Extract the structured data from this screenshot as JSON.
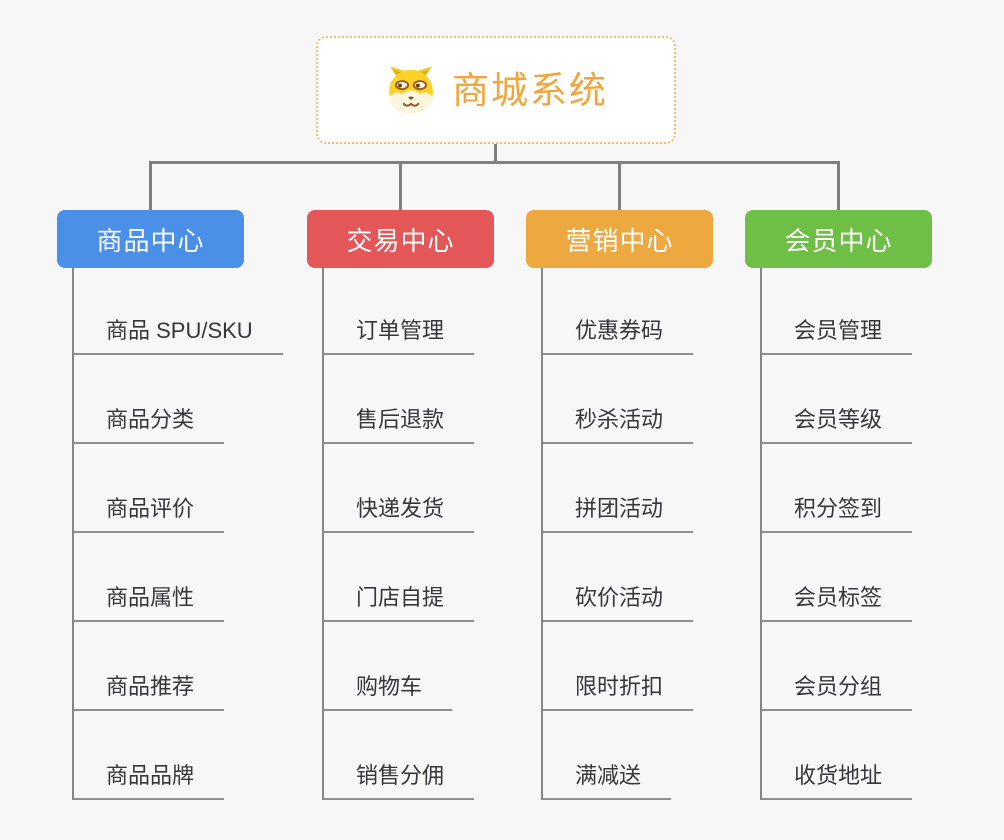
{
  "root": {
    "title": "商城系统",
    "icon": "dog-face-icon",
    "text_color": "#f0a63c",
    "border_color": "#f4be6e"
  },
  "theme": {
    "background": "#f7f7f7",
    "connector_color": "#7f7f7f",
    "leaf_line_color": "#8f8f8f",
    "leaf_text_color": "#37373b"
  },
  "branches": [
    {
      "label": "商品中心",
      "color": "#4a90e8",
      "children": [
        "商品 SPU/SKU",
        "商品分类",
        "商品评价",
        "商品属性",
        "商品推荐",
        "商品品牌"
      ]
    },
    {
      "label": "交易中心",
      "color": "#e35758",
      "children": [
        "订单管理",
        "售后退款",
        "快递发货",
        "门店自提",
        "购物车",
        "销售分佣"
      ]
    },
    {
      "label": "营销中心",
      "color": "#eda93f",
      "children": [
        "优惠券码",
        "秒杀活动",
        "拼团活动",
        "砍价活动",
        "限时折扣",
        "满减送"
      ]
    },
    {
      "label": "会员中心",
      "color": "#6fbe45",
      "children": [
        "会员管理",
        "会员等级",
        "积分签到",
        "会员标签",
        "会员分组",
        "收货地址"
      ]
    }
  ]
}
